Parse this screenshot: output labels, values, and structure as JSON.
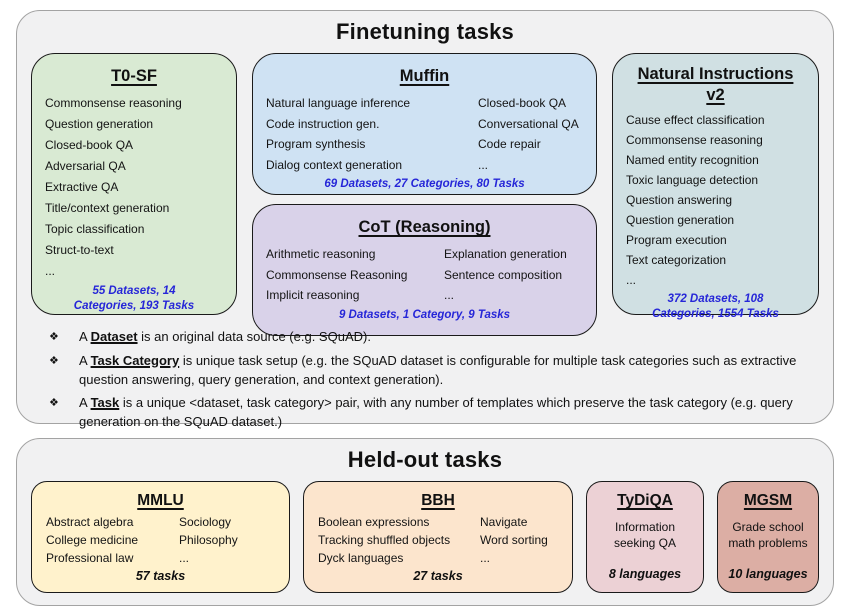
{
  "colors": {
    "stats_blue": "#2626d8",
    "t0sf_bg": "#d9ead3",
    "muffin_bg": "#cfe2f3",
    "cot_bg": "#d9d2e9",
    "niv2_bg": "#d0e0e3",
    "mmlu_bg": "#fff2cc",
    "bbh_bg": "#fce5cd",
    "tydiqa_bg": "#ecd1d5",
    "mgsm_bg": "#dcaea4",
    "panel_bg": "#f1f1f2"
  },
  "finetuning": {
    "title": "Finetuning tasks",
    "bullet_glyph": "❖",
    "t0sf": {
      "title": "T0-SF",
      "items": [
        "Commonsense reasoning",
        "Question generation",
        "Closed-book QA",
        "Adversarial QA",
        "Extractive QA",
        "Title/context generation",
        "Topic classification",
        "Struct-to-text",
        "..."
      ],
      "stats": "55 Datasets, 14 Categories, 193 Tasks"
    },
    "muffin": {
      "title": "Muffin",
      "items_left": [
        "Natural language inference",
        "Code instruction gen.",
        "Program synthesis",
        "Dialog context generation"
      ],
      "items_right": [
        "Closed-book QA",
        "Conversational QA",
        "Code repair",
        "..."
      ],
      "stats": "69 Datasets, 27 Categories, 80 Tasks"
    },
    "cot": {
      "title": "CoT (Reasoning)",
      "items_left": [
        "Arithmetic reasoning",
        "Commonsense Reasoning",
        "Implicit reasoning"
      ],
      "items_right": [
        "Explanation generation",
        "Sentence composition",
        "..."
      ],
      "stats": "9 Datasets, 1 Category, 9 Tasks"
    },
    "niv2": {
      "title": "Natural Instructions v2",
      "items": [
        "Cause effect classification",
        "Commonsense reasoning",
        "Named entity recognition",
        "Toxic language detection",
        "Question answering",
        "Question generation",
        "Program execution",
        "Text categorization",
        "..."
      ],
      "stats": "372 Datasets, 108 Categories, 1554 Tasks"
    },
    "notes": [
      {
        "prefix": "A ",
        "term": "Dataset",
        "rest": " is an original data source (e.g. SQuAD)."
      },
      {
        "prefix": "A ",
        "term": "Task Category",
        "rest": " is unique task setup (e.g. the SQuAD dataset is configurable for multiple task categories such as extractive question answering, query generation, and context generation)."
      },
      {
        "prefix": "A ",
        "term": "Task",
        "rest": " is a unique <dataset, task category> pair, with any number of templates which preserve the task category (e.g. query generation on the SQuAD dataset.)"
      }
    ]
  },
  "heldout": {
    "title": "Held-out tasks",
    "mmlu": {
      "title": "MMLU",
      "items_left": [
        "Abstract algebra",
        "College medicine",
        "Professional law"
      ],
      "items_right": [
        "Sociology",
        "Philosophy",
        "..."
      ],
      "stats": "57 tasks"
    },
    "bbh": {
      "title": "BBH",
      "items_left": [
        "Boolean expressions",
        "Tracking shuffled objects",
        "Dyck languages"
      ],
      "items_right": [
        "Navigate",
        "Word sorting",
        "..."
      ],
      "stats": "27 tasks"
    },
    "tydiqa": {
      "title": "TyDiQA",
      "desc": "Information seeking QA",
      "stats": "8 languages"
    },
    "mgsm": {
      "title": "MGSM",
      "desc": "Grade school math problems",
      "stats": "10 languages"
    }
  }
}
